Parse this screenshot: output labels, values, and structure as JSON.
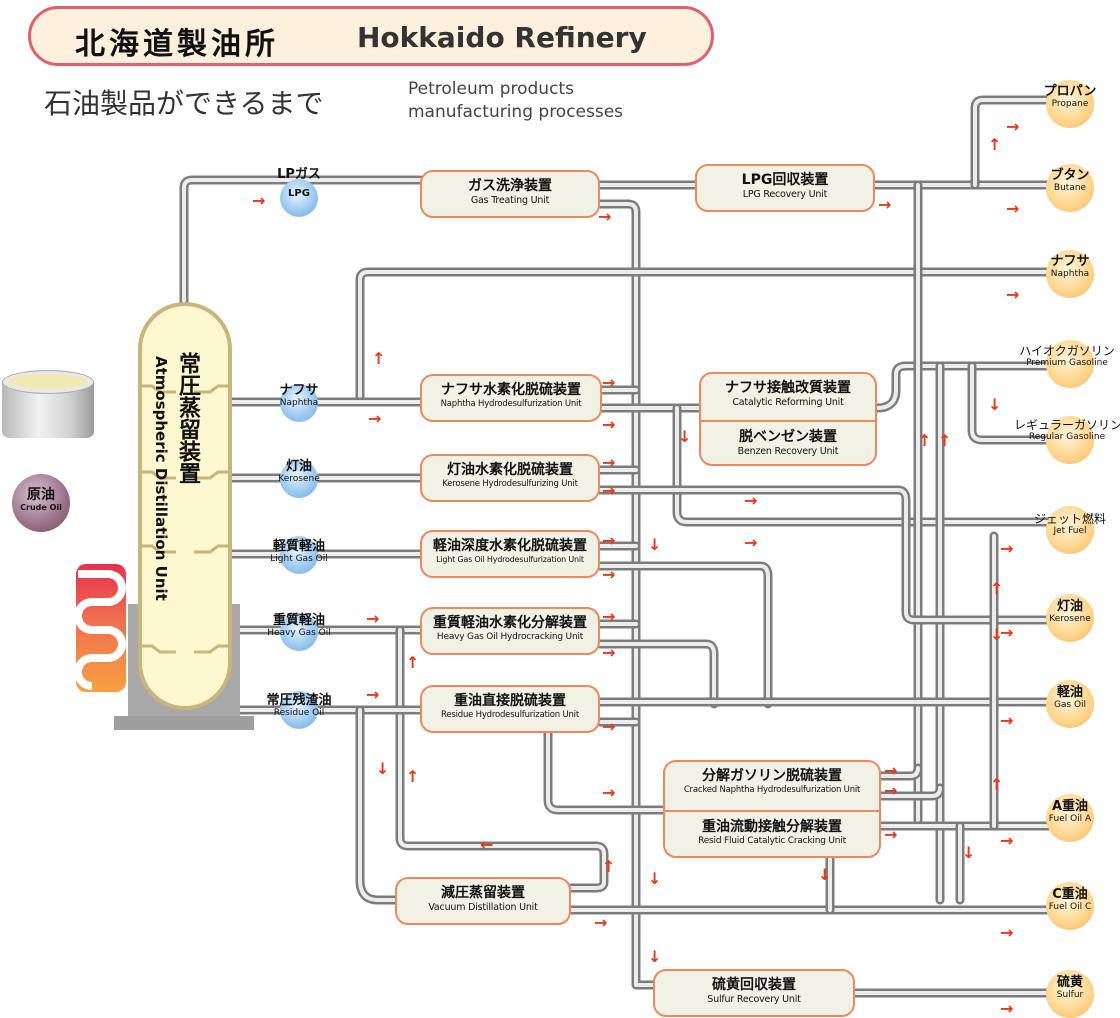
{
  "header": {
    "title_jp": "北海道製油所",
    "title_en": "Hokkaido Refinery",
    "subtitle_jp": "石油製品ができるまで",
    "subtitle_en_line1": "Petroleum products",
    "subtitle_en_line2": "manufacturing processes"
  },
  "colors": {
    "title_border": "#e06070",
    "title_bg": "#fdf0dc",
    "unit_border": "#ec8a5e",
    "unit_bg": "#f2f1e6",
    "arrow": "#e8381c",
    "pipe": "#9a9a9a"
  },
  "feed": {
    "crude": {
      "jp": "原油",
      "en": "Crude Oil"
    },
    "tower": {
      "jp": "常圧蒸留装置",
      "en": "Atmospheric Distillation Unit"
    }
  },
  "fractions": [
    {
      "jp": "LPガス",
      "en": "LPG"
    },
    {
      "jp": "ナフサ",
      "en": "Naphtha"
    },
    {
      "jp": "灯油",
      "en": "Kerosene"
    },
    {
      "jp": "軽質軽油",
      "en": "Light Gas Oil"
    },
    {
      "jp": "重質軽油",
      "en": "Heavy Gas Oil"
    },
    {
      "jp": "常圧残渣油",
      "en": "Residue Oil"
    }
  ],
  "units": {
    "gas_treating": {
      "jp": "ガス洗浄装置",
      "en": "Gas Treating Unit"
    },
    "lpg_recovery": {
      "jp": "LPG回収装置",
      "en": "LPG Recovery Unit"
    },
    "naphtha_hds": {
      "jp": "ナフサ水素化脱硫装置",
      "en": "Naphtha Hydrodesulfurization Unit"
    },
    "cat_reforming": {
      "jp": "ナフサ接触改質装置",
      "en": "Catalytic Reforming Unit"
    },
    "benzene_recovery": {
      "jp": "脱ベンゼン装置",
      "en": "Benzen Recovery Unit"
    },
    "kerosene_hds": {
      "jp": "灯油水素化脱硫装置",
      "en": "Kerosene Hydrodesulfurizing Unit"
    },
    "lgo_hds": {
      "jp": "軽油深度水素化脱硫装置",
      "en": "Light Gas Oil Hydrodesulfurization Unit"
    },
    "hgo_hydrocracking": {
      "jp": "重質軽油水素化分解装置",
      "en": "Heavy Gas Oil Hydrocracking Unit"
    },
    "residue_hds": {
      "jp": "重油直接脱硫装置",
      "en": "Residue Hydrodesulfurization Unit"
    },
    "cracked_naphtha_hds": {
      "jp": "分解ガソリン脱硫装置",
      "en": "Cracked Naphtha Hydrodesulfurization Unit"
    },
    "rfcc": {
      "jp": "重油流動接触分解装置",
      "en": "Resid Fluid Catalytic Cracking Unit"
    },
    "vacuum_distillation": {
      "jp": "減圧蒸留装置",
      "en": "Vacuum Distillation Unit"
    },
    "sulfur_recovery": {
      "jp": "硫黄回収装置",
      "en": "Sulfur Recovery Unit"
    }
  },
  "products": [
    {
      "jp": "プロパン",
      "en": "Propane"
    },
    {
      "jp": "ブタン",
      "en": "Butane"
    },
    {
      "jp": "ナフサ",
      "en": "Naphtha"
    },
    {
      "jp": "ハイオクガソリン",
      "en": "Premium Gasoline"
    },
    {
      "jp": "レギュラーガソリン",
      "en": "Regular Gasoline"
    },
    {
      "jp": "ジェット燃料",
      "en": "Jet Fuel"
    },
    {
      "jp": "灯油",
      "en": "Kerosene"
    },
    {
      "jp": "軽油",
      "en": "Gas Oil"
    },
    {
      "jp": "A重油",
      "en": "Fuel Oil A"
    },
    {
      "jp": "C重油",
      "en": "Fuel Oil C"
    },
    {
      "jp": "硫黄",
      "en": "Sulfur"
    }
  ]
}
